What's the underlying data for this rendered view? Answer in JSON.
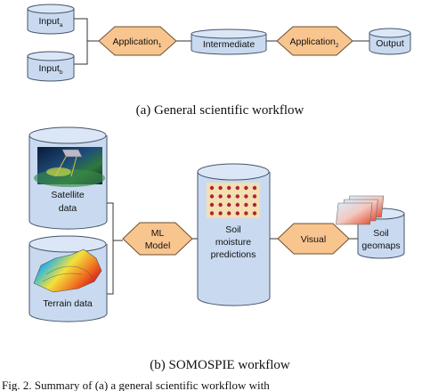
{
  "general": {
    "input_a": {
      "main": "Input",
      "sub": "a"
    },
    "input_b": {
      "main": "Input",
      "sub": "b"
    },
    "app1": {
      "main": "Application",
      "sub": "1"
    },
    "intermediate": "Intermediate",
    "app2": {
      "main": "Application",
      "sub": "2"
    },
    "output": "Output",
    "caption": "(a) General scientific workflow"
  },
  "somospie": {
    "satellite_line1": "Satellite",
    "satellite_line2": "data",
    "terrain": "Terrain data",
    "ml_line1": "ML",
    "ml_line2": "Model",
    "soil_line1": "Soil",
    "soil_line2": "moisture",
    "soil_line3": "predictions",
    "visual": "Visual",
    "geo_line1": "Soil",
    "geo_line2": "geomaps",
    "caption": "(b) SOMOSPIE workflow"
  },
  "footer": "Fig. 2.  Summary of (a) a general scientific workflow with",
  "colors": {
    "cylinder_fill": "#c9daf0",
    "cylinder_stroke": "#44546a",
    "diamond_fill": "#f9c58e",
    "diamond_stroke": "#6b5030",
    "dot": "#b0203a",
    "dot_panel": "#f3dfb2"
  }
}
